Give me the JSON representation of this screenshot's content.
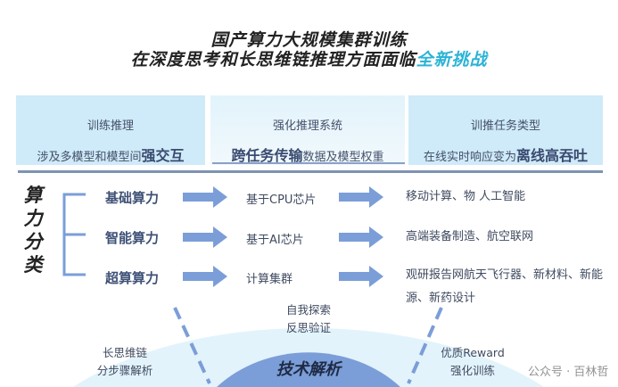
{
  "title": {
    "line1": "国产算力大规模集群训练",
    "line2_prefix": "在深度思考和长思维链推理方面面临",
    "line2_highlight": "全新挑战"
  },
  "panels": [
    {
      "heading": "训练推理",
      "text_prefix": "涉及多模型和模型间",
      "text_bold": "强交互",
      "text_suffix": ""
    },
    {
      "heading": "强化推理系统",
      "text_prefix": "",
      "text_bold": "跨任务传输",
      "text_suffix": "数据及模型权重"
    },
    {
      "heading": "训推任务类型",
      "text_prefix": "在线实时响应变为",
      "text_bold": "离线高吞吐",
      "text_suffix": ""
    }
  ],
  "category_label": "算力分类",
  "rows": [
    {
      "name": "基础算力",
      "basis": "基于CPU芯片",
      "applications": "移动计算、物 人工智能"
    },
    {
      "name": "智能算力",
      "basis": "基于AI芯片",
      "applications": "高端装备制造、航空联网"
    },
    {
      "name": "超算算力",
      "basis": "计算集群",
      "applications": "观研报告网航天飞行器、新材料、新能源、新药设计"
    }
  ],
  "tech": {
    "center": "技术解析",
    "left_1": "长思维链",
    "left_2": "分步骤解析",
    "top_1": "自我探索",
    "top_2": "反思验证",
    "right_1": "优质Reward",
    "right_2": "强化训练"
  },
  "watermark": "公众号 · 百林哲",
  "colors": {
    "accent": "#2bb3d6",
    "arrow": "#7b9ed8",
    "panel": "#cfeaf8",
    "arc_dark": "#7b9ed8",
    "arc_light": "#e3f3fb"
  }
}
